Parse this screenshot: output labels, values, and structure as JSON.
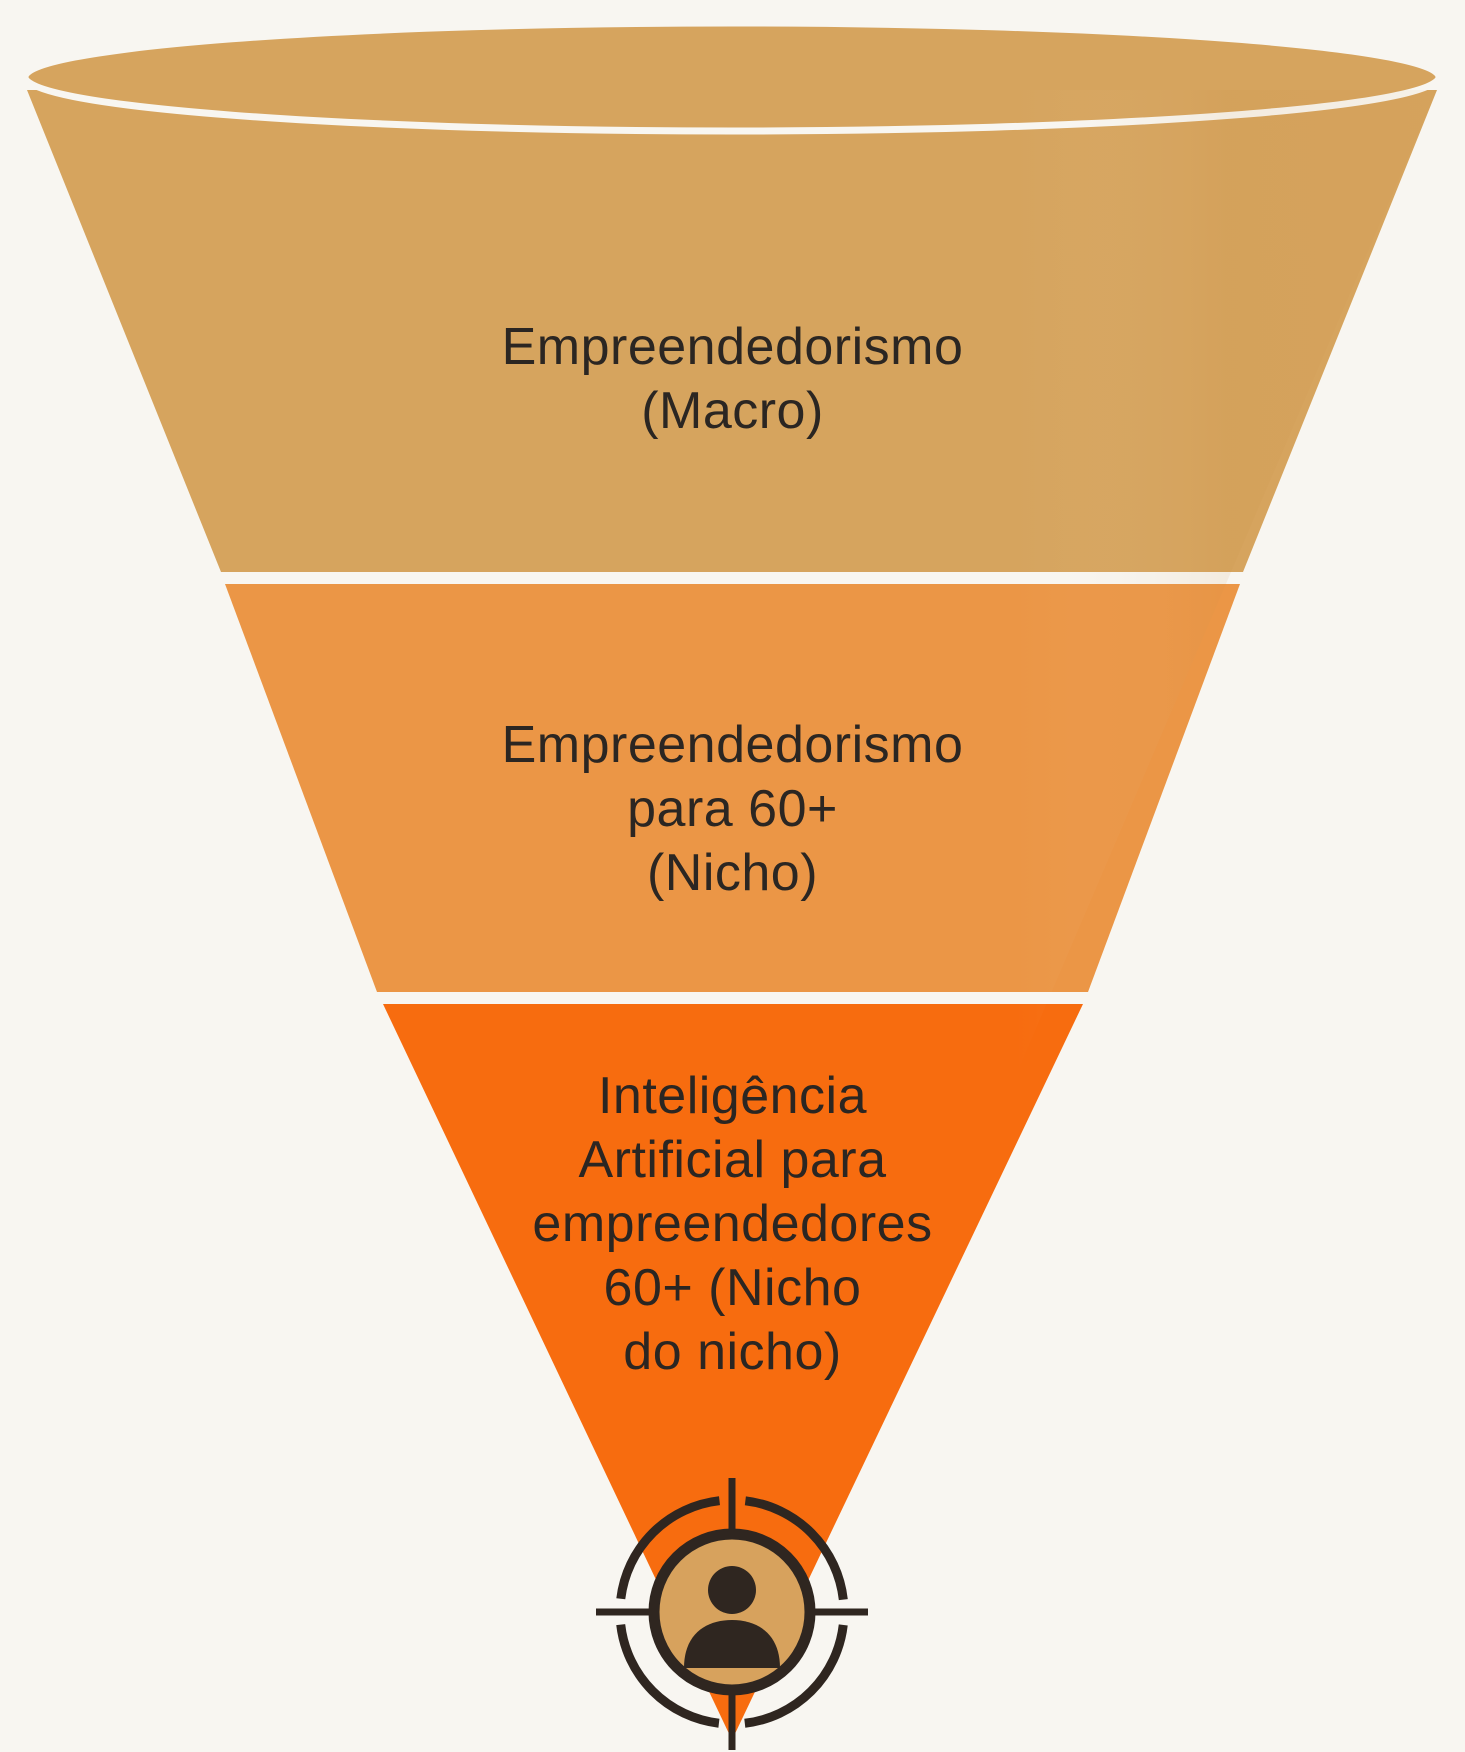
{
  "funnel": {
    "levels": [
      {
        "lines": [
          "Empreendedorismo",
          "(Macro)"
        ],
        "color": "#d6a45e"
      },
      {
        "lines": [
          "Empreendedorismo",
          "para 60+",
          "(Nicho)"
        ],
        "color": "#eb9646"
      },
      {
        "lines": [
          "Inteligência",
          "Artificial para",
          "empreendedores",
          "60+ (Nicho",
          "do nicho)"
        ],
        "color": "#f76c0f"
      }
    ],
    "separator_color": "#f8f6f1",
    "target_icon": {
      "name": "target-person-icon",
      "ring_color": "#2f2620",
      "fill_color": "#d7a25d"
    }
  }
}
